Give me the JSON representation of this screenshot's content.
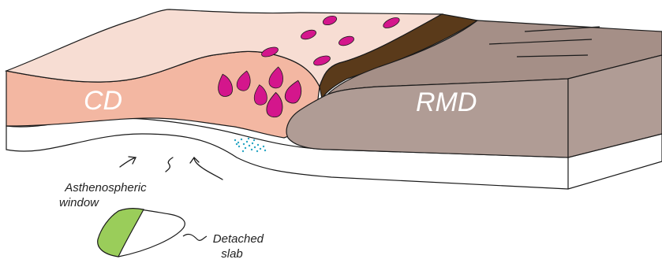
{
  "labels": {
    "cd": "CD",
    "rmd": "RMD",
    "asthenospheric_window": [
      "Asthenospheric",
      "window"
    ],
    "detached_slab": [
      "Detached",
      "slab"
    ]
  },
  "colors": {
    "cd_crust": "#f3b7a2",
    "cd_top": "#f7ddd3",
    "rmd_crust": "#b09c95",
    "rmd_top": "#a58f87",
    "boundary_band": "#5a3a1a",
    "magma_blobs": "#d4168c",
    "fluid_dots": "#2aa6c4",
    "slab_fill": "#9acd5a",
    "label_white": "#ffffff",
    "label_dark": "#222222",
    "outline": "#1a1a1a"
  },
  "icons": [
    "magma-blob-icon",
    "mantle-flow-arrow-icon",
    "fluid-dots-icon"
  ]
}
